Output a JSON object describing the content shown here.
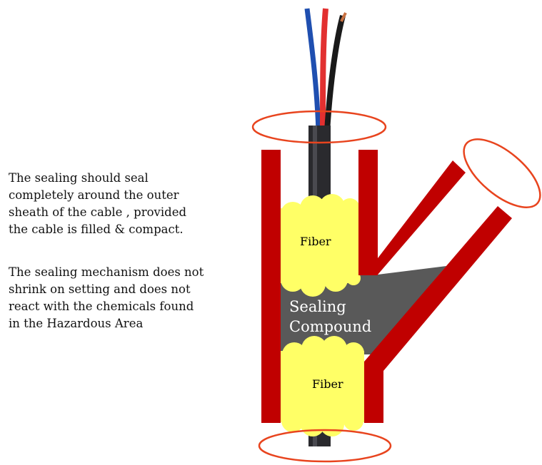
{
  "notes": [
    "The sealing should seal\ncompletely around the outer\nsheath of the cable , provided\nthe cable is filled & compact.",
    "The sealing mechanism does not\nshrink on setting and does not\nreact with the chemicals found\nin the Hazardous Area"
  ],
  "labels": {
    "fiber_top": "Fiber",
    "fiber_bottom": "Fiber",
    "compound_line1": "Sealing",
    "compound_line2": "Compound"
  },
  "colors": {
    "gland": "#c00000",
    "fiber": "#ffff66",
    "compound": "#595959",
    "seal_ring": "#e8441e",
    "cable": "#2a2a2e"
  }
}
